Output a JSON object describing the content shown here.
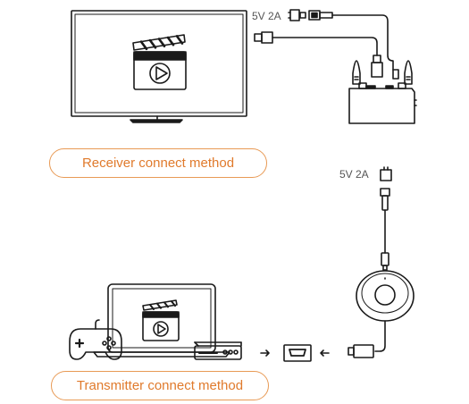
{
  "labels": {
    "receiver_method": "Receiver connect method",
    "transmitter_method": "Transmitter connect method",
    "power_top": "5V 2A",
    "power_mid": "5V 2A"
  },
  "colors": {
    "accent": "#e07a2c",
    "line": "#1a1a1a"
  },
  "icons": [
    "clapperboard-icon",
    "play-icon",
    "gamepad-icon",
    "usb-adapter-icon",
    "hdmi-port-icon",
    "arrow-right-icon",
    "arrow-left-icon"
  ]
}
